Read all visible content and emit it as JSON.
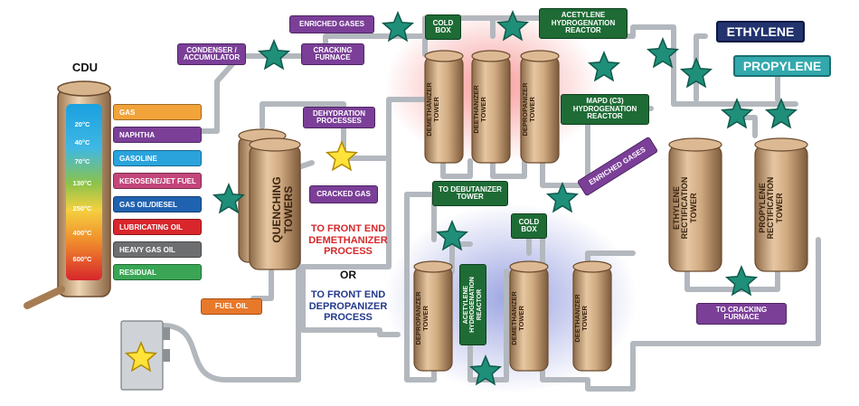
{
  "cdu": {
    "title": "CDU",
    "temps": [
      "20°C",
      "40°C",
      "70°C",
      "130°C",
      "250°C",
      "400°C",
      "600°C"
    ],
    "fractions": [
      {
        "label": "GAS",
        "color": "#f2a33a"
      },
      {
        "label": "NAPHTHA",
        "color": "#7b3f98"
      },
      {
        "label": "GASOLINE",
        "color": "#2aa3dc"
      },
      {
        "label": "KEROSENE/JET FUEL",
        "color": "#c2467a"
      },
      {
        "label": "GAS OIL/DIESEL",
        "color": "#1f62b0"
      },
      {
        "label": "LUBRICATING OIL",
        "color": "#d8262c"
      },
      {
        "label": "HEAVY GAS OIL",
        "color": "#6d6e70"
      },
      {
        "label": "RESIDUAL",
        "color": "#3aa655"
      }
    ]
  },
  "labels": {
    "condenser": "CONDENSER /\nACCUMULATOR",
    "cracking_furnace": "CRACKING\nFURNACE",
    "enriched_gases_top": "ENRICHED GASES",
    "cold_box_top": "COLD\nBOX",
    "acetylene_reactor_top": "ACETYLENE\nHYDROGENATION\nREACTOR",
    "ethylene": "ETHYLENE",
    "propylene": "PROPYLENE",
    "mapd_reactor": "MAPD (C3)\nHYDROGENATION\nREACTOR",
    "dehydration": "DEHYDRATION\nPROCESSES",
    "cracked_gas": "CRACKED GAS",
    "to_debutanizer": "TO DEBUTANIZER\nTOWER",
    "enriched_gases_diag": "ENRICHED GASES",
    "cold_box_bottom": "COLD\nBOX",
    "fuel_oil": "FUEL OIL",
    "to_cracking_furnace": "TO CRACKING\nFURNACE",
    "front_end_demethanizer": "TO FRONT END\nDEMETHANIZER\nPROCESS",
    "or": "OR",
    "front_end_depropanizer": "TO FRONT END\nDEPROPANIZER\nPROCESS",
    "quenching_towers": "QUENCHING\nTOWERS",
    "acetylene_reactor_bottom": "ACETYLENE\nHYDROGENATION\nREACTOR"
  },
  "towers": {
    "demethanizer_top": "DEMETHANIZER\nTOWER",
    "deethanizer_top": "DEETHANIZER\nTOWER",
    "depropanizer_top": "DEPROPANIZER\nTOWER",
    "ethylene_rect": "ETHYLENE\nRECTIFICATION\nTOWER",
    "propylene_rect": "PROPYLENE\nRECTIFICATION\nTOWER",
    "depropanizer_bottom": "DEPROPANIZER\nTOWER",
    "demethanizer_bottom": "DEMETHANIZER\nTOWER",
    "deethanizer_bottom": "DEETHANIZER\nTOWER"
  },
  "colors": {
    "pipe": "#b9bec4",
    "tower": "#c9a27a",
    "star_teal": "#1f8f7a",
    "star_yellow": "#ffe23a",
    "purple": "#7b3f98",
    "green": "#1e6b35"
  }
}
